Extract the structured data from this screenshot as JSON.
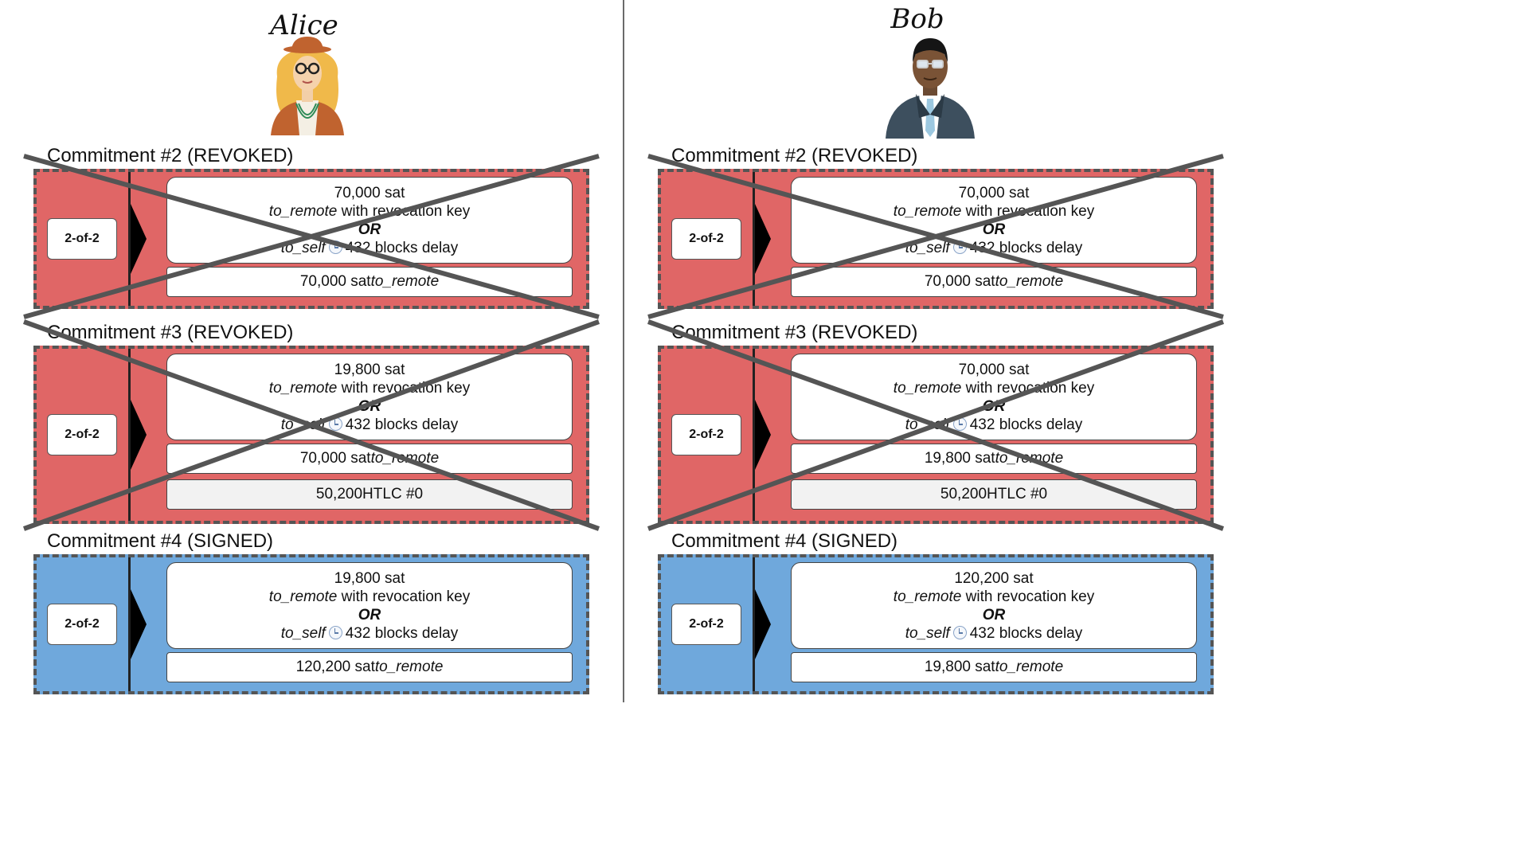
{
  "panels": [
    {
      "name": "Alice",
      "commitments": [
        {
          "title": "Commitment #2 (REVOKED)",
          "state": "revoked",
          "multisig": "2-of-2",
          "main": {
            "amount": "70,000 sat",
            "remote": "to_remote",
            "with": "with revocation key",
            "or": "OR",
            "self": "to_self",
            "delay": "432 blocks delay"
          },
          "rows": [
            {
              "amount": "70,000 sat",
              "label": "to_remote",
              "kind": "remote"
            }
          ]
        },
        {
          "title": "Commitment #3 (REVOKED)",
          "state": "revoked",
          "multisig": "2-of-2",
          "main": {
            "amount": "19,800 sat",
            "remote": "to_remote",
            "with": "with revocation key",
            "or": "OR",
            "self": "to_self",
            "delay": "432 blocks delay"
          },
          "rows": [
            {
              "amount": "70,000 sat",
              "label": "to_remote",
              "kind": "remote"
            },
            {
              "amount": "50,200",
              "label": "HTLC #0",
              "kind": "htlc"
            }
          ]
        },
        {
          "title": "Commitment #4 (SIGNED)",
          "state": "signed",
          "multisig": "2-of-2",
          "main": {
            "amount": "19,800 sat",
            "remote": "to_remote",
            "with": "with revocation key",
            "or": "OR",
            "self": "to_self",
            "delay": "432 blocks delay"
          },
          "rows": [
            {
              "amount": "120,200 sat",
              "label": "to_remote",
              "kind": "remote"
            }
          ]
        }
      ]
    },
    {
      "name": "Bob",
      "commitments": [
        {
          "title": "Commitment #2 (REVOKED)",
          "state": "revoked",
          "multisig": "2-of-2",
          "main": {
            "amount": "70,000 sat",
            "remote": "to_remote",
            "with": "with revocation key",
            "or": "OR",
            "self": "to_self",
            "delay": "432 blocks delay"
          },
          "rows": [
            {
              "amount": "70,000 sat",
              "label": "to_remote",
              "kind": "remote"
            }
          ]
        },
        {
          "title": "Commitment #3 (REVOKED)",
          "state": "revoked",
          "multisig": "2-of-2",
          "main": {
            "amount": "70,000 sat",
            "remote": "to_remote",
            "with": "with revocation key",
            "or": "OR",
            "self": "to_self",
            "delay": "432 blocks delay"
          },
          "rows": [
            {
              "amount": "19,800 sat",
              "label": "to_remote",
              "kind": "remote"
            },
            {
              "amount": "50,200",
              "label": "HTLC #0",
              "kind": "htlc"
            }
          ]
        },
        {
          "title": "Commitment #4 (SIGNED)",
          "state": "signed",
          "multisig": "2-of-2",
          "main": {
            "amount": "120,200 sat",
            "remote": "to_remote",
            "with": "with revocation key",
            "or": "OR",
            "self": "to_self",
            "delay": "432 blocks delay"
          },
          "rows": [
            {
              "amount": "19,800 sat",
              "label": "to_remote",
              "kind": "remote"
            }
          ]
        }
      ]
    }
  ],
  "colors": {
    "revoked": "#e06666",
    "signed": "#6fa8dc",
    "strike": "#555555"
  }
}
